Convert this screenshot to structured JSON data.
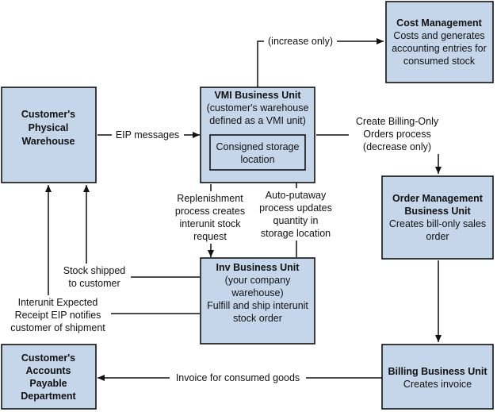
{
  "boxes": {
    "physical_warehouse": {
      "lines": [
        "Customer's",
        "Physical",
        "Warehouse"
      ]
    },
    "vmi_unit": {
      "title": "VMI Business Unit",
      "lines": [
        "(customer's warehouse",
        "defined as a VMI unit)"
      ]
    },
    "consigned": {
      "lines": [
        "Consigned storage",
        "location"
      ]
    },
    "cost_mgmt": {
      "title": "Cost Management",
      "lines": [
        "Costs and generates",
        "accounting entries for",
        "consumed stock"
      ]
    },
    "order_mgmt": {
      "title_lines": [
        "Order Management",
        "Business Unit"
      ],
      "lines": [
        "Creates bill-only sales",
        "order"
      ]
    },
    "inv_unit": {
      "title": "Inv Business Unit",
      "lines": [
        "(your company",
        "warehouse)",
        "Fulfill and ship interunit",
        "stock order"
      ]
    },
    "accounts_payable": {
      "lines": [
        "Customer's",
        "Accounts",
        "Payable",
        "Department"
      ]
    },
    "billing": {
      "title": "Billing Business Unit",
      "lines": [
        "Creates invoice"
      ]
    }
  },
  "labels": {
    "increase_only": "(increase only)",
    "eip_messages": "EIP messages",
    "create_billing": [
      "Create Billing-Only",
      "Orders process",
      "(decrease only)"
    ],
    "replenishment": [
      "Replenishment",
      "process creates",
      "interunit stock",
      "request"
    ],
    "auto_putaway": [
      "Auto-putaway",
      "process updates",
      "quantity in",
      "storage location"
    ],
    "stock_shipped": [
      "Stock shipped",
      "to customer"
    ],
    "interunit_receipt": [
      "Interunit Expected",
      "Receipt EIP notifies",
      "customer of shipment"
    ],
    "invoice": "Invoice for consumed goods"
  }
}
